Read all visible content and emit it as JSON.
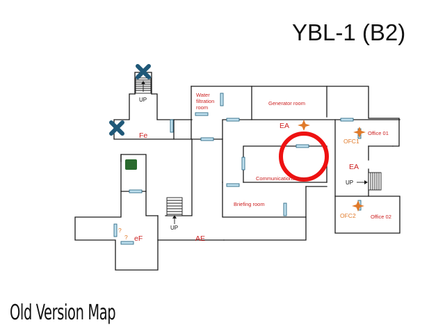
{
  "map": {
    "title": "YBL-1 (B2)",
    "caption": "Old Version Map"
  },
  "rooms": {
    "water_filtration": [
      "Water",
      "filtration",
      "room"
    ],
    "generator": "Generator room",
    "office01": "Office 01",
    "office02": "Office 02",
    "communications": "Communications room",
    "briefing": "Briefing room"
  },
  "markers": {
    "fe": "Fe",
    "ef": "eF",
    "ae": "AE",
    "ea_top": "EA",
    "ea_right": "EA",
    "ofc1": "OFC1",
    "ofc2": "OFC2",
    "question1": "?",
    "question2": "?"
  },
  "stairs": {
    "top_label": "UP",
    "center_label": "UP",
    "right_label": "UP"
  },
  "colors": {
    "wall": "#1a1a1a",
    "door_fill": "#bfe0ee",
    "door_stroke": "#2d6a86",
    "room_label": "#cc1f1f",
    "marker_orange": "#e07a2a",
    "blocked_x": "#1f5878",
    "green_box": "#2a6a2e",
    "highlight_circle": "#ee1111"
  },
  "icons": {
    "blocked": "x-mark-icon",
    "objective": "four-point-star-icon",
    "highlight": "red-circle-highlight"
  }
}
